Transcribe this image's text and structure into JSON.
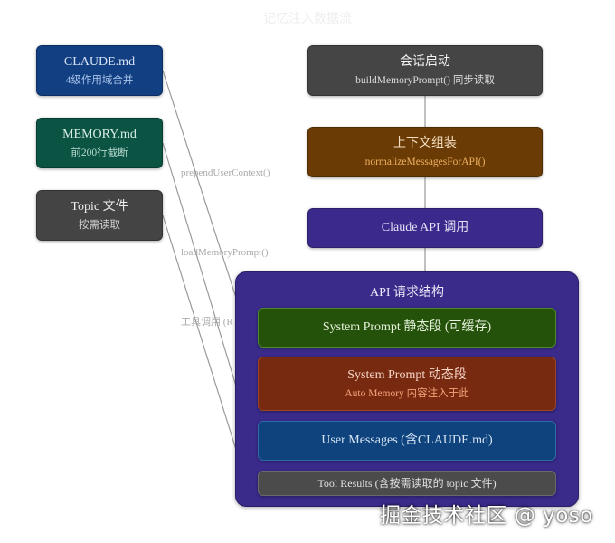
{
  "diagram_title": "记忆注入数据流",
  "sources": [
    {
      "title": "CLAUDE.md",
      "subtitle": "4级作用域合并"
    },
    {
      "title": "MEMORY.md",
      "subtitle": "前200行截断"
    },
    {
      "title": "Topic 文件",
      "subtitle": "按需读取"
    }
  ],
  "pipeline": [
    {
      "title": "会话启动",
      "subtitle": "buildMemoryPrompt() 同步读取"
    },
    {
      "title": "上下文组装",
      "subtitle": "normalizeMessagesForAPI()"
    },
    {
      "title": "Claude API 调用"
    }
  ],
  "api_structure": {
    "title": "API 请求结构",
    "segments": [
      {
        "title": "System Prompt 静态段 (可缓存)"
      },
      {
        "title": "System Prompt 动态段",
        "subtitle": "Auto Memory 内容注入于此"
      },
      {
        "title": "User Messages (含CLAUDE.md)"
      },
      {
        "title": "Tool Results (含按需读取的 topic 文件)"
      }
    ]
  },
  "connector_labels": [
    "prependUserContext()",
    "loadMemoryPrompt()",
    "工具调用 (R"
  ],
  "watermark": "掘金技术社区 @ yoso"
}
